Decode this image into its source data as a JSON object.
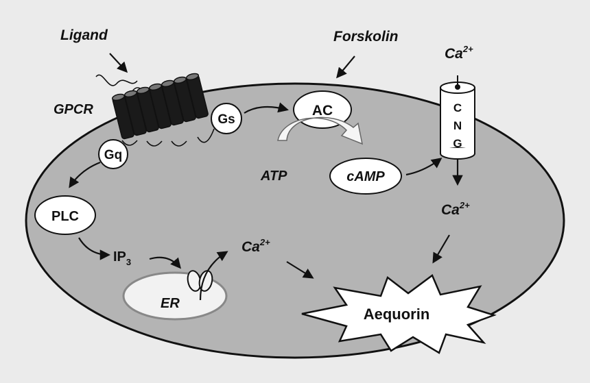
{
  "labels": {
    "ligand": "Ligand",
    "forskolin": "Forskolin",
    "gpcr": "GPCR",
    "gs": "Gs",
    "gq": "Gq",
    "ac": "AC",
    "atp": "ATP",
    "camp": "cAMP",
    "cng_c": "C",
    "cng_n": "N",
    "cng_g": "G",
    "plc": "PLC",
    "ip": "IP",
    "ip_sub": "3",
    "er": "ER",
    "ca": "Ca",
    "ca_sup": "2+",
    "aequorin": "Aequorin"
  },
  "colors": {
    "background": "#ebebeb",
    "cell_fill": "#b4b4b4",
    "er_fill": "#f2f2f2",
    "ink": "#111111"
  }
}
